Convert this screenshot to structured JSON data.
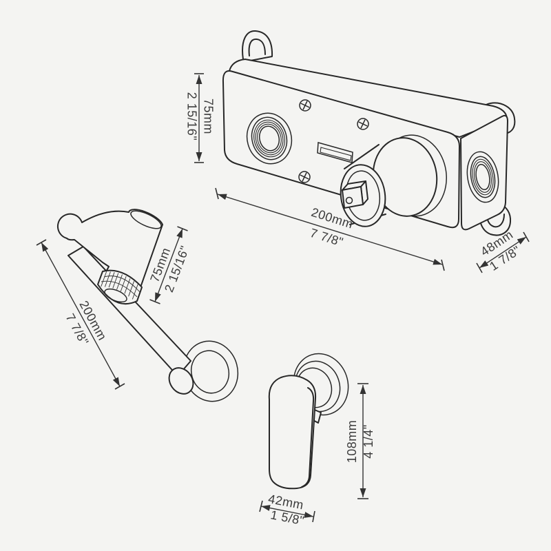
{
  "drawing": {
    "background": "#f4f4f2",
    "line_color": "#272727",
    "text_color": "#3b3b3b"
  },
  "parts": {
    "valve_box": {
      "dims": {
        "height": {
          "mm": "75mm",
          "inch": "2 15/16\""
        },
        "width": {
          "mm": "200mm",
          "inch": "7 7/8\""
        },
        "depth": {
          "mm": "48mm",
          "inch": "1 7/8\""
        }
      }
    },
    "spout": {
      "dims": {
        "length": {
          "mm": "200mm",
          "inch": "7 7/8\""
        },
        "tip": {
          "mm": "75mm",
          "inch": "2 15/16\""
        }
      }
    },
    "handle": {
      "dims": {
        "height": {
          "mm": "108mm",
          "inch": "4 1/4\""
        },
        "width": {
          "mm": "42mm",
          "inch": "1 5/8\""
        }
      }
    }
  }
}
